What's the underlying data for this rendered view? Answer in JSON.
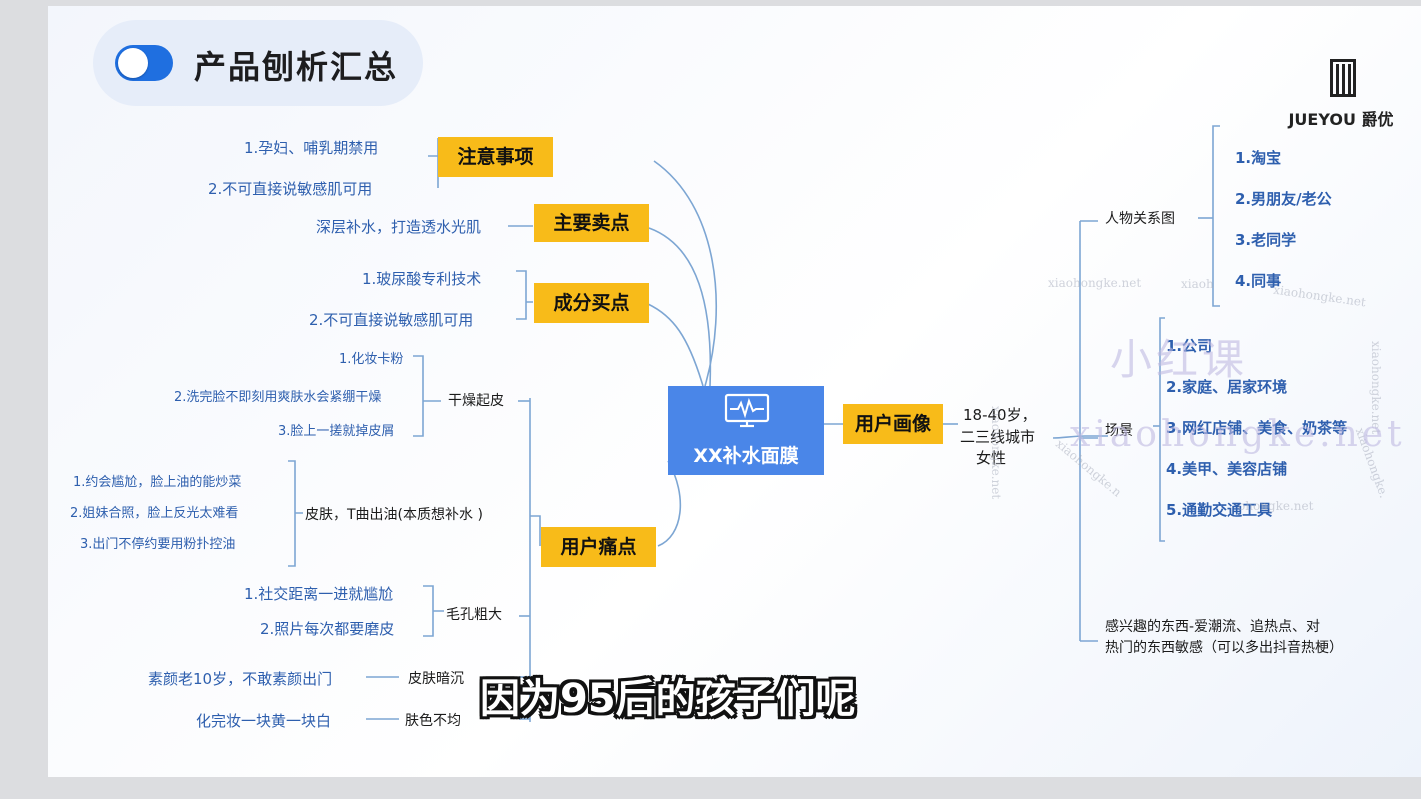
{
  "header": {
    "title": "产品刨析汇总"
  },
  "logo": {
    "text": "JUEYOU 爵优"
  },
  "center": {
    "label": "XX补水面膜",
    "icon": "monitor-icon"
  },
  "left": {
    "cautions": {
      "label": "注意事项",
      "items": [
        "1.孕妇、哺乳期禁用",
        "2.不可直接说敏感肌可用"
      ]
    },
    "selling_point": {
      "label": "主要卖点",
      "items": [
        "深层补水，打造透水光肌"
      ]
    },
    "ingredients": {
      "label": "成分买点",
      "items": [
        "1.玻尿酸专利技术",
        "2.不可直接说敏感肌可用"
      ]
    },
    "pain_points": {
      "label": "用户痛点",
      "groups": [
        {
          "label": "干燥起皮",
          "items": [
            "1.化妆卡粉",
            "2.洗完脸不即刻用爽肤水会紧绷干燥",
            "3.脸上一搓就掉皮屑"
          ]
        },
        {
          "label": "皮肤，T曲出油(本质想补水 )",
          "items": [
            "1.约会尴尬，脸上油的能炒菜",
            "2.姐妹合照，脸上反光太难看",
            "3.出门不停约要用粉扑控油"
          ]
        },
        {
          "label": "毛孔粗大",
          "items": [
            "1.社交距离一进就尴尬",
            "2.照片每次都要磨皮"
          ]
        },
        {
          "label": "皮肤暗沉",
          "items": [
            "素颜老10岁，不敢素颜出门"
          ]
        },
        {
          "label": "肤色不均",
          "items": [
            "化完妆一块黄一块白"
          ]
        }
      ]
    }
  },
  "right": {
    "persona": {
      "label": "用户画像",
      "summary": [
        "18-40岁，",
        "二三线城市",
        "女性"
      ]
    },
    "relations": {
      "label": "人物关系图",
      "items": [
        "1.淘宝",
        "2.男朋友/老公",
        "3.老同学",
        "4.同事"
      ]
    },
    "scenes": {
      "label": "场景",
      "items": [
        "1.公司",
        "2.家庭、居家环境",
        "3.网红店铺、美食、奶茶等",
        "4.美甲、美容店铺",
        "5.通勤交通工具"
      ]
    },
    "interests": {
      "lines": [
        "感兴趣的东西-爱潮流、追热点、对",
        "热门的东西敏感（可以多出抖音热梗）"
      ]
    }
  },
  "watermarks": {
    "small": "xiaohongke.net",
    "cn": "小红课",
    "big": "xiaohongke.net",
    "partial": [
      "xiaoh",
      "ohongke.net",
      "xiaohongke.n",
      "xiaohongke."
    ]
  },
  "subtitle": "因为95后的孩子们呢",
  "colors": {
    "accent_blue": "#4a86e8",
    "label_yellow": "#f8bb19",
    "text_blue": "#2e5fae",
    "line_blue": "#7da6d3"
  }
}
